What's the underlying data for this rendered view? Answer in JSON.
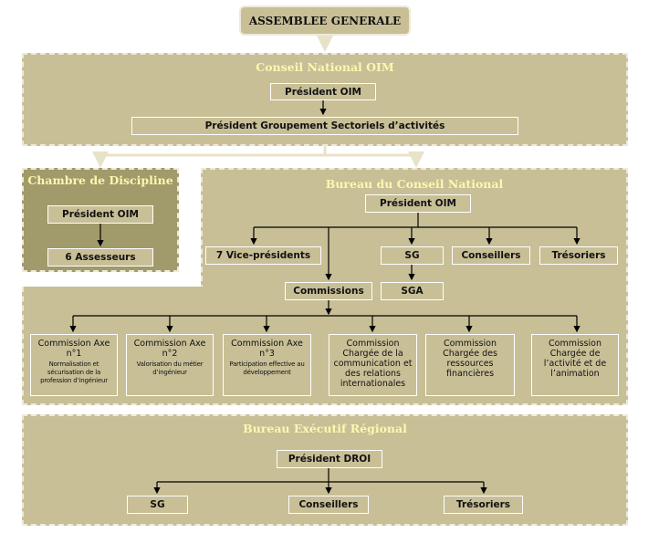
{
  "top": {
    "label": "ASSEMBLEE GENERALE"
  },
  "conseil": {
    "title": "Conseil National OIM",
    "president": "Président OIM",
    "groupement": "Président Groupement Sectoriels d’activités"
  },
  "chambre": {
    "title": "Chambre de Discipline",
    "president": "Président OIM",
    "assesseurs": "6 Assesseurs"
  },
  "bureau": {
    "title": "Bureau du Conseil National",
    "president": "Président OIM",
    "vice": "7 Vice-présidents",
    "sg": "SG",
    "conseillers": "Conseillers",
    "tresoriers": "Trésoriers",
    "commissions": "Commissions",
    "sga": "SGA",
    "commission_list": [
      {
        "title": "Commission Axe n°1",
        "sub": "Normalisation et sécurisation de la profession d’ingénieur"
      },
      {
        "title": "Commission Axe n°2",
        "sub": "Valorisation du métier d’ingénieur"
      },
      {
        "title": "Commission Axe n°3",
        "sub": "Participation effective au développement"
      },
      {
        "title": "Commission Chargée de la communication et des relations internationales",
        "sub": ""
      },
      {
        "title": "Commission Chargée des ressources financières",
        "sub": ""
      },
      {
        "title": "Commission Chargée de l’activité et de l’animation",
        "sub": ""
      }
    ]
  },
  "regional": {
    "title": "Bureau Exécutif Régional",
    "president": "Président DROI",
    "sg": "SG",
    "conseillers": "Conseillers",
    "tresoriers": "Trésoriers"
  },
  "colors": {
    "panel": "#c8bf97",
    "panel_dark": "#a19a6a",
    "title": "#fff7b0",
    "border": "#eeeadb"
  }
}
